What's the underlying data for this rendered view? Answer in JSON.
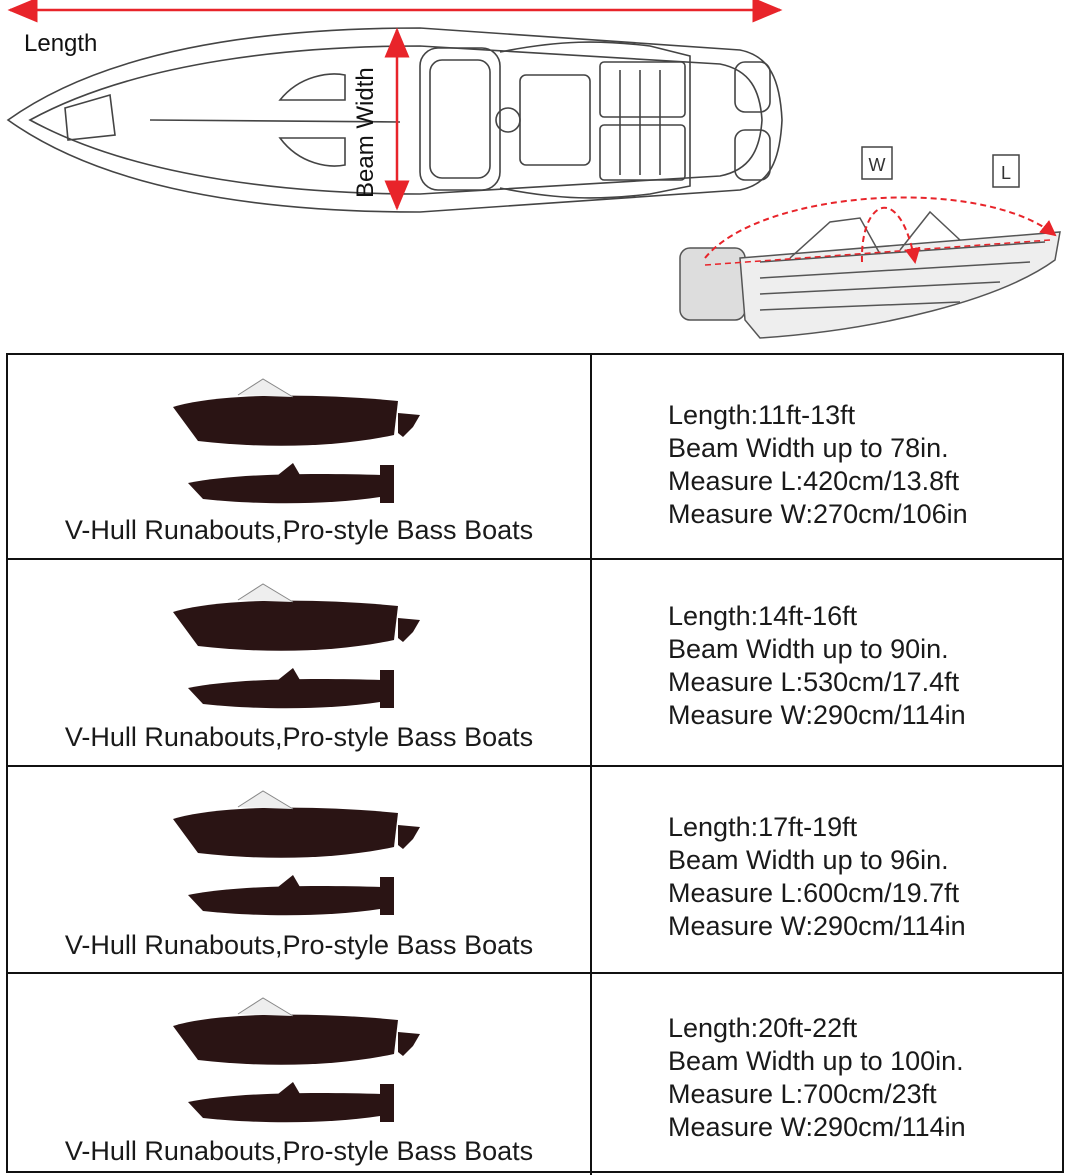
{
  "diagram": {
    "length_label": "Length",
    "beam_label": "Beam Width",
    "w_tag": "W",
    "l_tag": "L",
    "accent_color": "#e8242a"
  },
  "rows": [
    {
      "type": "V-Hull Runabouts,Pro-style Bass Boats",
      "length": "Length:11ft-13ft",
      "beam": "Beam Width up to 78in.",
      "measure_l": "Measure L:420cm/13.8ft",
      "measure_w": "Measure W:270cm/106in"
    },
    {
      "type": "V-Hull Runabouts,Pro-style Bass Boats",
      "length": "Length:14ft-16ft",
      "beam": "Beam Width up to 90in.",
      "measure_l": "Measure L:530cm/17.4ft",
      "measure_w": "Measure W:290cm/114in"
    },
    {
      "type": "V-Hull Runabouts,Pro-style Bass Boats",
      "length": "Length:17ft-19ft",
      "beam": "Beam Width up to 96in.",
      "measure_l": "Measure L:600cm/19.7ft",
      "measure_w": "Measure W:290cm/114in"
    },
    {
      "type": "V-Hull Runabouts,Pro-style Bass Boats",
      "length": "Length:20ft-22ft",
      "beam": "Beam Width up to 100in.",
      "measure_l": "Measure L:700cm/23ft",
      "measure_w": "Measure W:290cm/114in"
    }
  ]
}
